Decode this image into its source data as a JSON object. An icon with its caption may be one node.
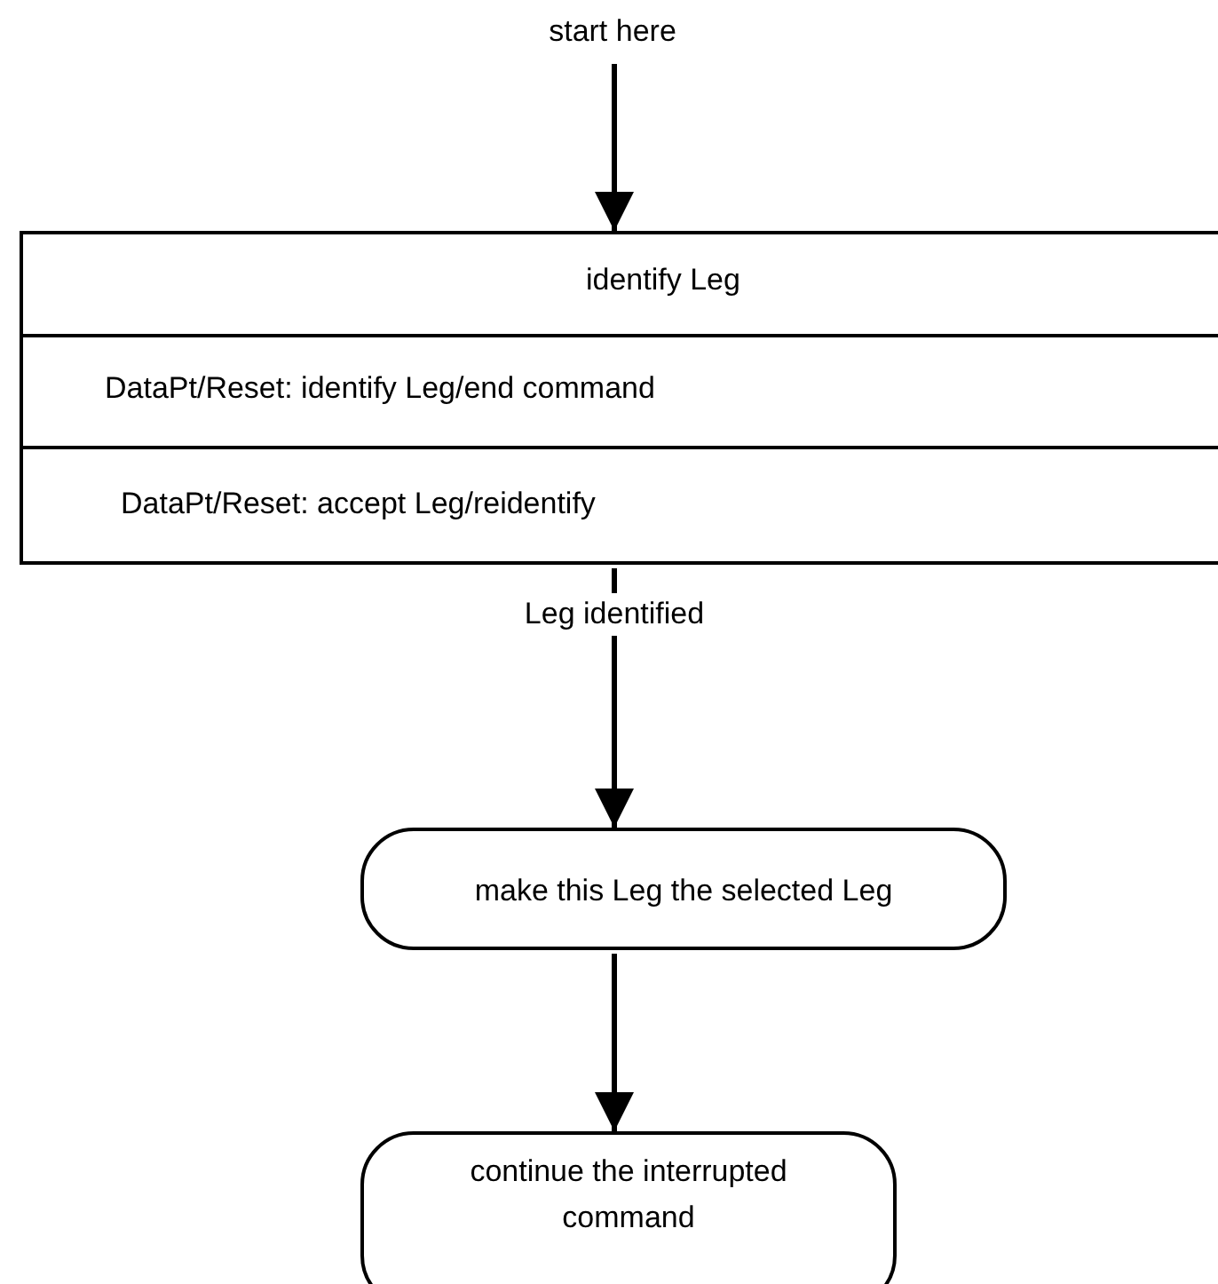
{
  "diagram": {
    "nodes": [
      {
        "text": [
          "start here"
        ]
      },
      {
        "text": [
          "identify Leg",
          "DataPt/Reset: identify Leg/end command",
          "DataPt/Reset: accept Leg/reidentify"
        ]
      },
      {
        "text": [
          "make this Leg the selected Leg"
        ]
      },
      {
        "text": [
          "continue the interrupted command"
        ]
      }
    ],
    "edges": [
      {
        "from": 0,
        "to": 1,
        "arrow": "to"
      },
      {
        "from": 1,
        "to": 2,
        "arrow": "to",
        "label": "Leg identified"
      },
      {
        "from": 2,
        "to": 3,
        "arrow": "to"
      }
    ]
  }
}
